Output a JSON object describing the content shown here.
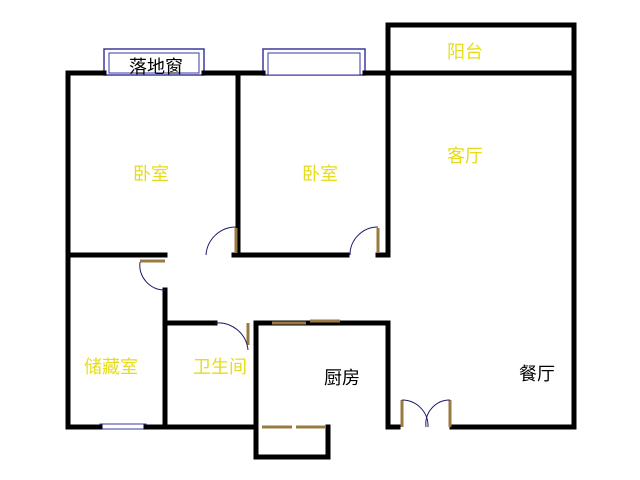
{
  "plan": {
    "rooms": [
      {
        "key": "bedroom_left",
        "label": "卧室",
        "color": "#e6dc19"
      },
      {
        "key": "bedroom_right",
        "label": "卧室",
        "color": "#e6dc19"
      },
      {
        "key": "balcony",
        "label": "阳台",
        "color": "#e6dc19"
      },
      {
        "key": "living_room",
        "label": "客厅",
        "color": "#e6dc19"
      },
      {
        "key": "storage_room",
        "label": "储藏室",
        "color": "#e6dc19"
      },
      {
        "key": "bathroom",
        "label": "卫生间",
        "color": "#e6dc19"
      },
      {
        "key": "kitchen",
        "label": "厨房",
        "color": "#000000"
      },
      {
        "key": "dining_room",
        "label": "餐厅",
        "color": "#000000"
      }
    ],
    "annotations": [
      {
        "key": "floor_window",
        "label": "落地窗",
        "color": "#000000"
      }
    ],
    "colors": {
      "wall": "#000000",
      "window": "#3a3aa0",
      "door_jamb": "#9a7a40",
      "door_swing": "#1a1a6a"
    }
  }
}
